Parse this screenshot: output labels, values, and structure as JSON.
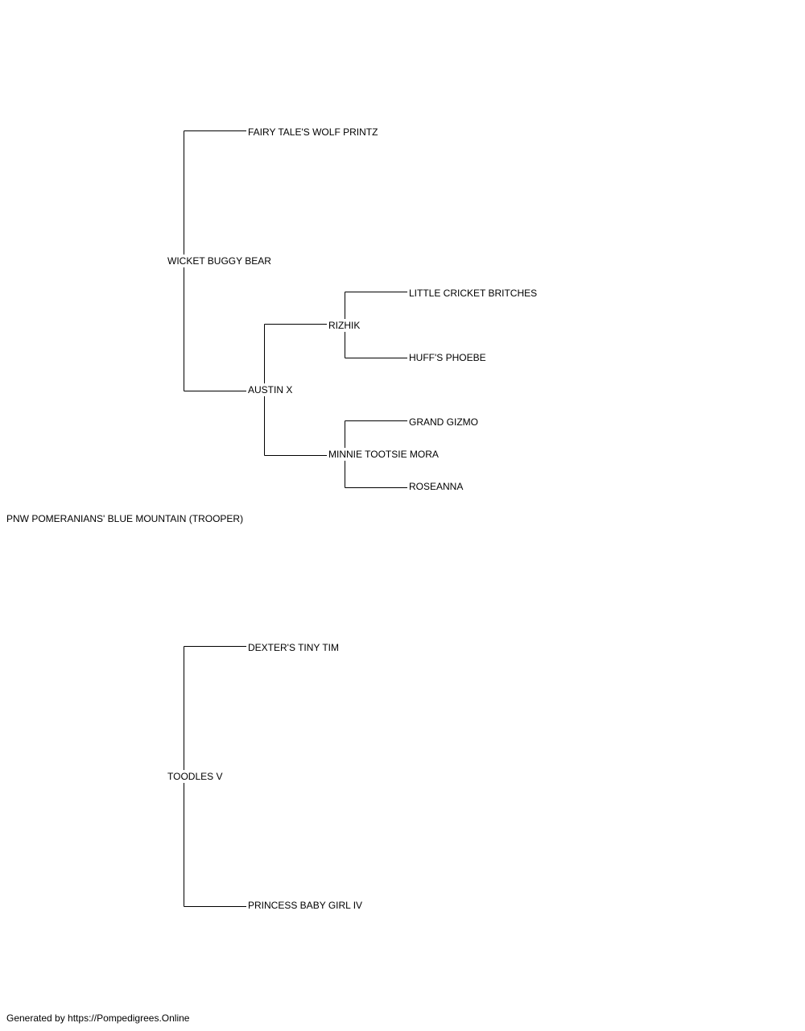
{
  "subject": "PNW POMERANIANS' BLUE MOUNTAIN (TROOPER)",
  "sire": {
    "name": "WICKET BUGGY BEAR",
    "sire": {
      "name": "FAIRY TALE'S WOLF PRINTZ"
    },
    "dam": {
      "name": "AUSTIN X",
      "sire": {
        "name": "RIZHIK",
        "sire": {
          "name": "LITTLE CRICKET BRITCHES"
        },
        "dam": {
          "name": "HUFF'S PHOEBE"
        }
      },
      "dam": {
        "name": "MINNIE TOOTSIE MORA",
        "sire": {
          "name": "GRAND GIZMO"
        },
        "dam": {
          "name": "ROSEANNA"
        }
      }
    }
  },
  "dam": {
    "name": "TOODLES V",
    "sire": {
      "name": "DEXTER'S TINY TIM"
    },
    "dam": {
      "name": "PRINCESS BABY GIRL IV"
    }
  },
  "footer": "Generated by https://Pompedigrees.Online"
}
